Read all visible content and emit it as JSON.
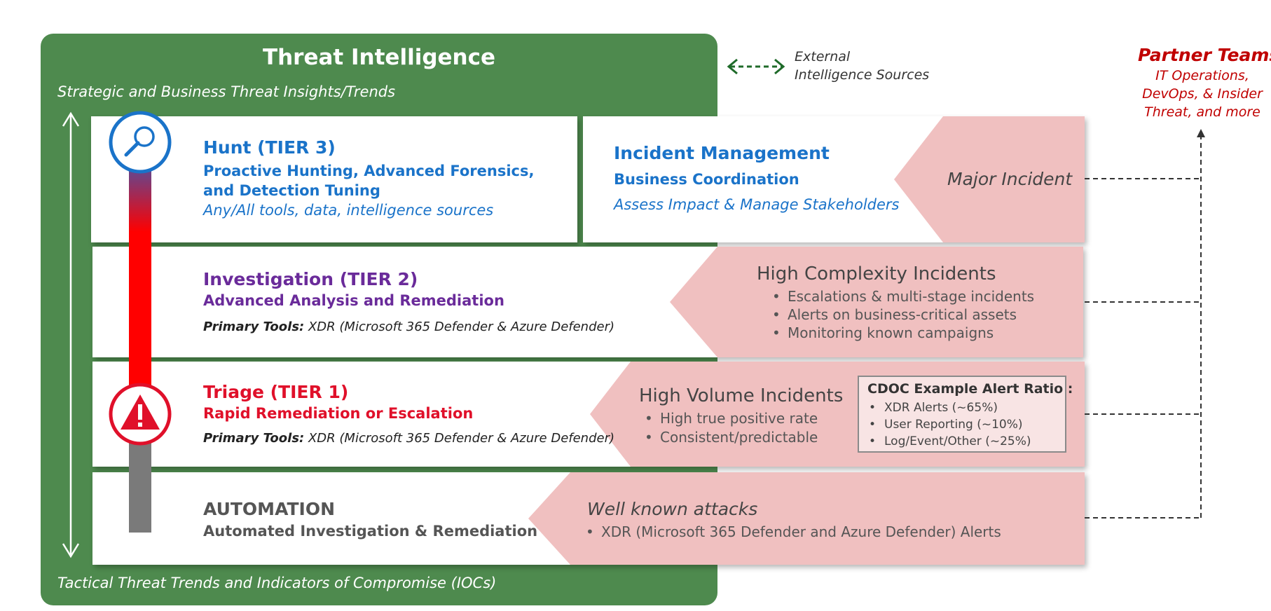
{
  "threat_intel": {
    "title": "Threat Intelligence",
    "subtitle": "Strategic and Business Threat Insights/Trends",
    "footer": "Tactical Threat Trends and Indicators of Compromise (IOCs)"
  },
  "external": {
    "line1": "External",
    "line2": "Intelligence Sources"
  },
  "partner": {
    "title": "Partner Teams",
    "line1": "IT Operations,",
    "line2": "DevOps, & Insider",
    "line3": "Threat, and more"
  },
  "hunt": {
    "title": "Hunt (TIER 3)",
    "sub1": "Proactive Hunting, Advanced Forensics,",
    "sub2": "and Detection Tuning",
    "tools": "Any/All tools, data, intelligence sources"
  },
  "incident_mgmt": {
    "title": "Incident Management",
    "sub": "Business Coordination",
    "desc": "Assess Impact & Manage Stakeholders",
    "arrow_label": "Major Incident"
  },
  "investigation": {
    "title": "Investigation (TIER 2)",
    "sub": "Advanced Analysis and Remediation",
    "tools_label": "Primary Tools:",
    "tools_value": " XDR (Microsoft 365 Defender & Azure Defender)",
    "arrow_title": "High Complexity Incidents",
    "bullets": [
      "Escalations & multi-stage incidents",
      "Alerts on business-critical assets",
      "Monitoring known campaigns"
    ]
  },
  "triage": {
    "title": "Triage (TIER 1)",
    "sub": "Rapid Remediation or Escalation",
    "tools_label": "Primary Tools:",
    "tools_value": " XDR (Microsoft 365 Defender & Azure Defender)",
    "arrow_title": "High Volume Incidents",
    "bullets": [
      "High true positive rate",
      "Consistent/predictable"
    ],
    "ratio_title": "CDOC Example Alert Ratio :",
    "ratio_items": [
      "XDR Alerts (~65%)",
      "User Reporting (~10%)",
      "Log/Event/Other (~25%)"
    ]
  },
  "automation": {
    "title": "AUTOMATION",
    "sub": "Automated Investigation & Remediation",
    "arrow_title": "Well known attacks",
    "bullets": [
      "XDR (Microsoft 365 Defender and Azure Defender) Alerts"
    ]
  },
  "colors": {
    "green": "#4e8a4e",
    "pink": "#f0c0c0",
    "blue": "#1a73c9",
    "purple": "#6a2b9a",
    "red": "#e0102a",
    "partner_red": "#c00000"
  },
  "icons": {
    "hunt": "magnifier-icon",
    "triage": "warning-icon",
    "flow": "double-arrow-icon"
  }
}
